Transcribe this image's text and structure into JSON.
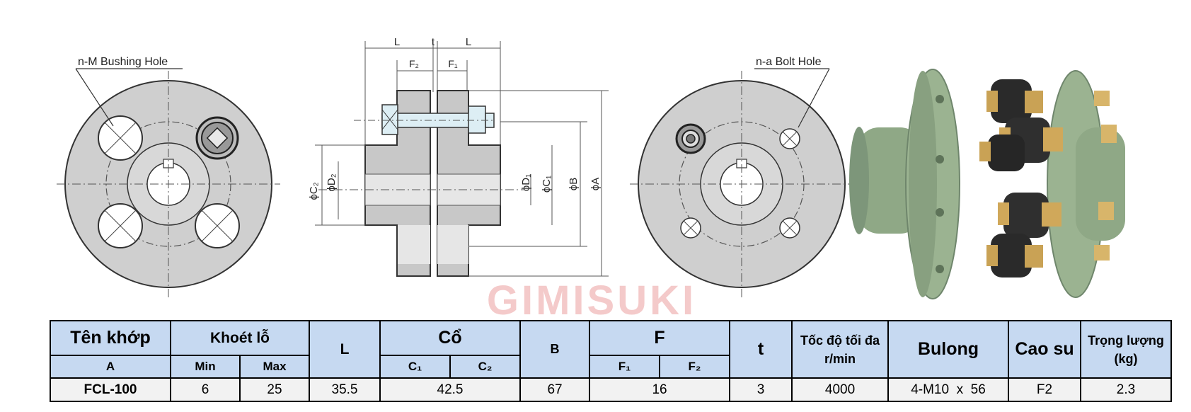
{
  "drawing": {
    "left_label": "n-M Bushing Hole",
    "right_label": "n-a Bolt Hole",
    "dim_L_left": "L",
    "dim_t": "t",
    "dim_L_right": "L",
    "dim_F2": "F₂",
    "dim_F1": "F₁",
    "dim_C2": "ϕC₂",
    "dim_D2": "ϕD₂",
    "dim_D1": "ϕD₁",
    "dim_C1": "ϕC₁",
    "dim_B": "ϕB",
    "dim_A": "ϕA",
    "watermark": "GIMISUKI"
  },
  "colors": {
    "header_bg": "#c6d9f1",
    "row_bg": "#f2f2f2",
    "part_gray": "#c8c8c8",
    "coupling_green": "#8fa886",
    "watermark": "#f3c9c9"
  },
  "table": {
    "headers": {
      "name": "Tên khớp",
      "bore": "Khoét lỗ",
      "L": "L",
      "neck": "Cổ",
      "B": "B",
      "F": "F",
      "t": "t",
      "speed_line1": "Tốc độ tối đa",
      "speed_line2": "r/min",
      "bolt": "Bulong",
      "rubber": "Cao su",
      "weight_line1": "Trọng lượng",
      "weight_line2": "(kg)"
    },
    "subheaders": {
      "A": "A",
      "min": "Min",
      "max": "Max",
      "c1": "C₁",
      "c2": "C₂",
      "f1": "F₁",
      "f2": "F₂"
    },
    "row": {
      "model": "FCL-100",
      "min": "6",
      "max": "25",
      "L": "35.5",
      "neck": "42.5",
      "B": "67",
      "F": "16",
      "t": "3",
      "speed": "4000",
      "bolt": "4-M10  x  56",
      "rubber": "F2",
      "weight": "2.3"
    }
  }
}
